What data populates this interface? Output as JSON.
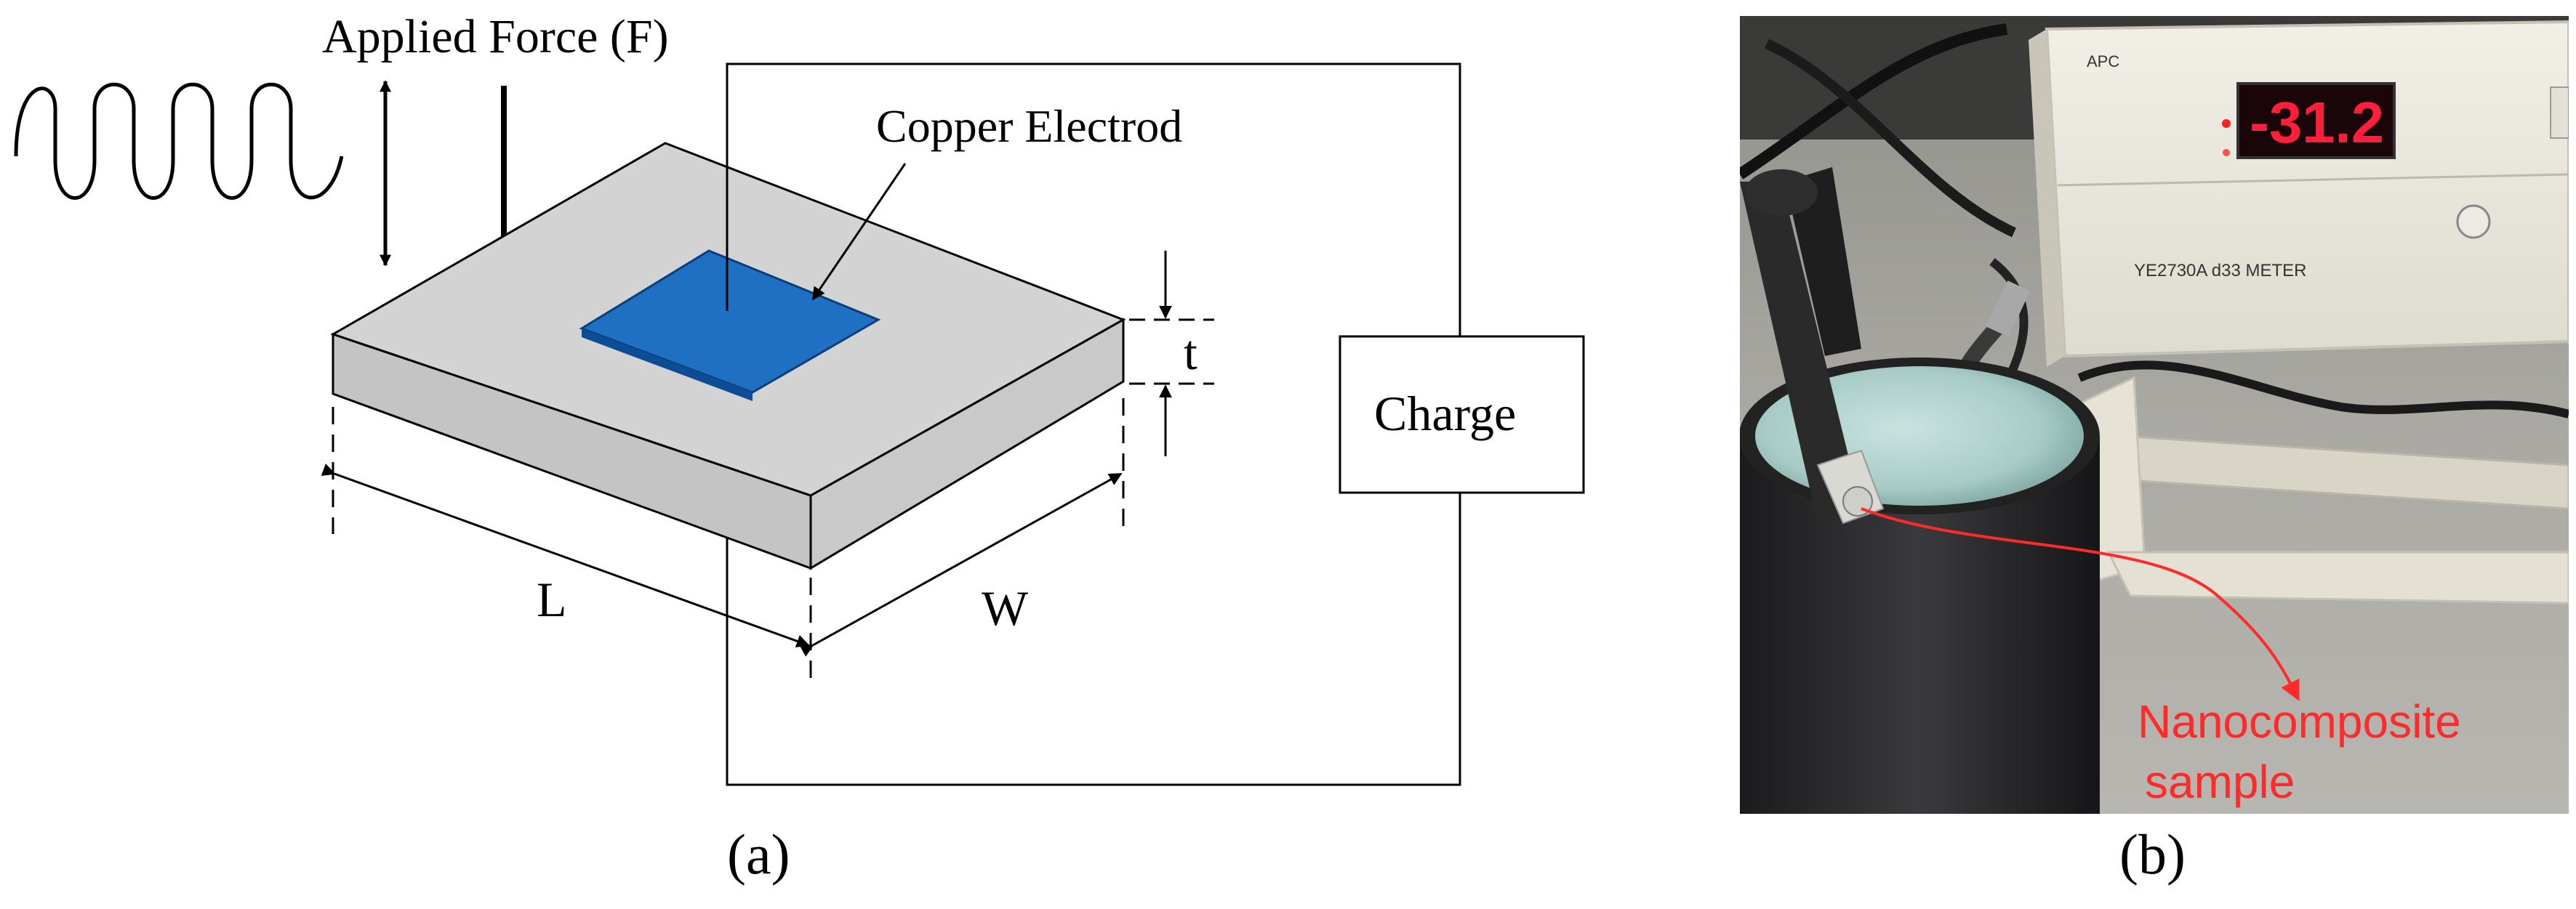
{
  "panel_a": {
    "applied_force_label": "Applied Force (F)",
    "electrode_label": "Copper Electrod",
    "thickness_label": "t",
    "length_label": "L",
    "width_label": "W",
    "charge_label": "Charge",
    "caption": "(a)"
  },
  "panel_b": {
    "meter_display": "-31.2",
    "meter_brand": "APC",
    "meter_model": "YE2730A d33 METER",
    "annotation": [
      "Nanocomposite",
      "sample"
    ],
    "caption": "(b)"
  },
  "colors": {
    "slab_top": "#d3d3d3",
    "slab_side": "#c3c3c3",
    "electrode": "#1565c0",
    "annotation": "#ff2a2a",
    "meter_led": "#ff1f3a"
  }
}
